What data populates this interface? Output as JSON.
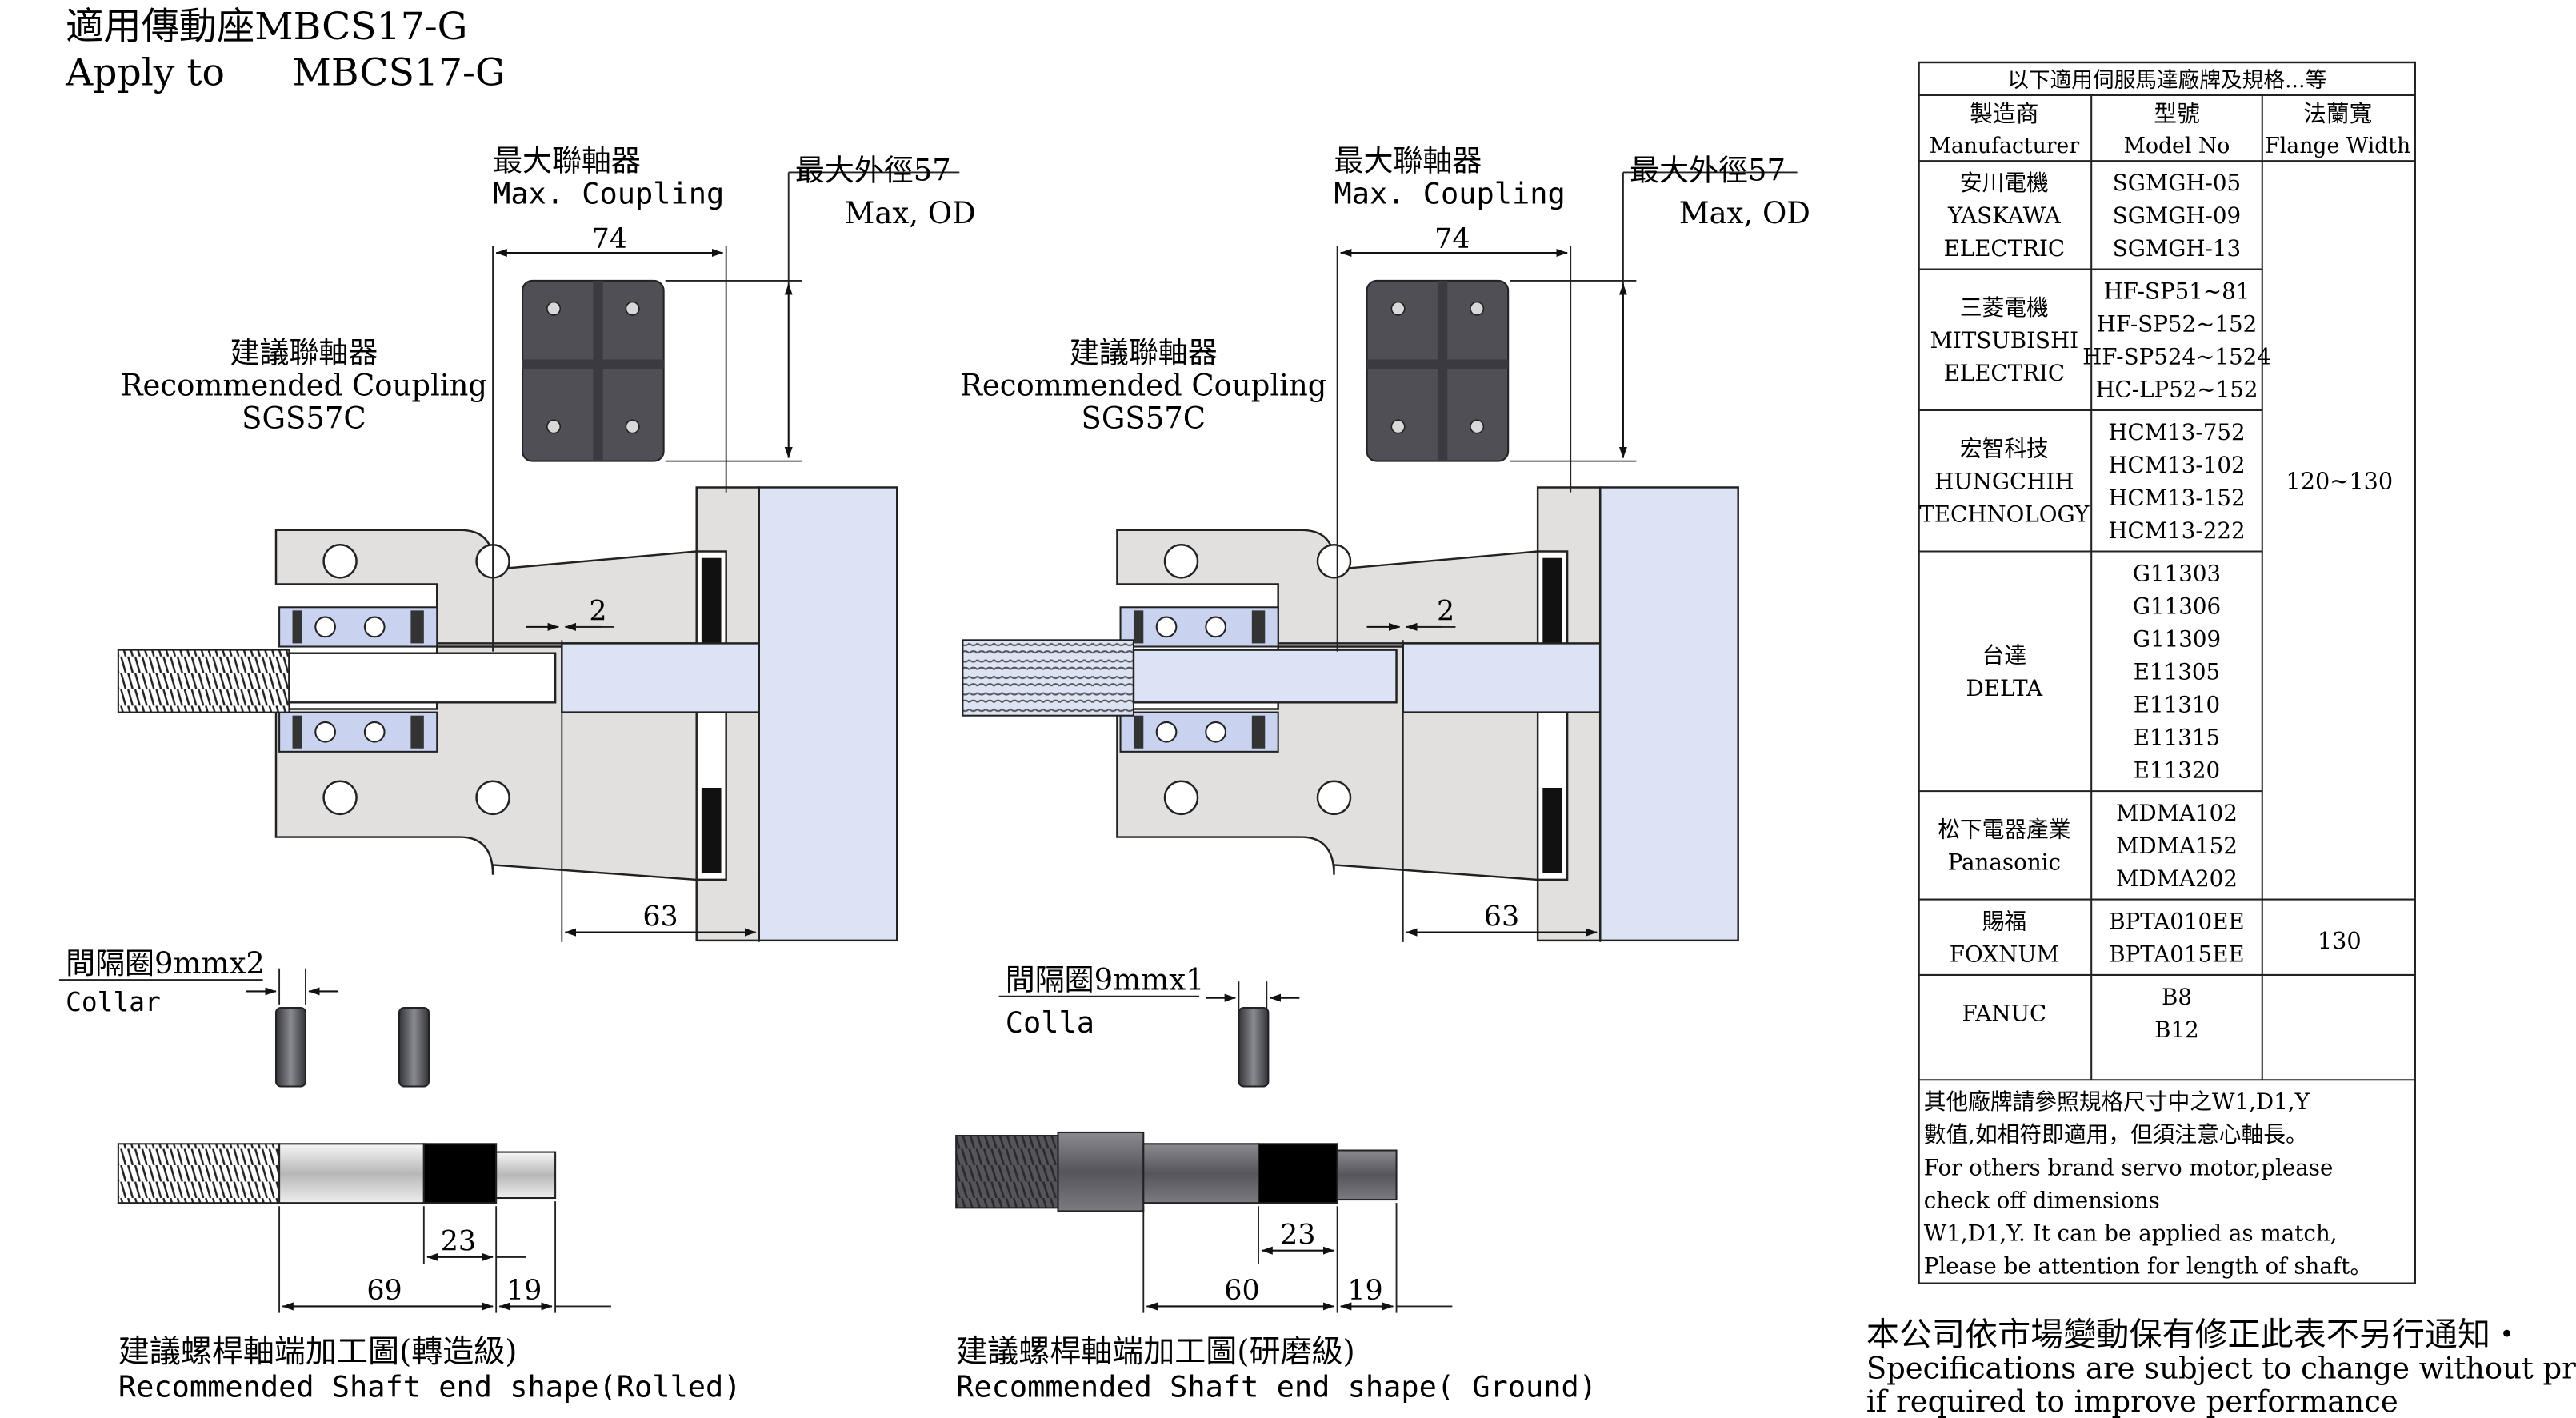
{
  "header": {
    "title_cn": "適用傳動座MBCS17-G",
    "apply_to_label": "Apply to",
    "apply_to_model": "MBCS17-G"
  },
  "assembly_rolled": {
    "max_coupling_cn": "最大聯軸器",
    "max_coupling_en": "Max. Coupling",
    "max_od_cn": "最大外徑57",
    "max_od_en": "Max, OD",
    "dim_coupling": "74",
    "rec_coupling_cn": "建議聯軸器",
    "rec_coupling_en": "Recommended Coupling",
    "rec_coupling_model": "SGS57C",
    "dim_gap": "2",
    "dim_shaft": "63"
  },
  "assembly_ground": {
    "max_coupling_cn": "最大聯軸器",
    "max_coupling_en": "Max. Coupling",
    "max_od_cn": "最大外徑57",
    "max_od_en": "Max, OD",
    "dim_coupling": "74",
    "rec_coupling_cn": "建議聯軸器",
    "rec_coupling_en": "Recommended Coupling",
    "rec_coupling_model": "SGS57C",
    "dim_gap": "2",
    "dim_shaft": "63"
  },
  "collar_rolled": {
    "label_cn": "間隔圈9mmx2",
    "label_en": "Collar"
  },
  "collar_ground": {
    "label_cn": "間隔圈9mmx1",
    "label_en": "Colla"
  },
  "shaft_rolled": {
    "dim_key": "23",
    "dim_thread": "69",
    "dim_end": "19",
    "caption_cn": "建議螺桿軸端加工圖(轉造級)",
    "caption_en": "Recommended Shaft end shape(Rolled)"
  },
  "shaft_ground": {
    "dim_key": "23",
    "dim_thread": "60",
    "dim_end": "19",
    "caption_cn": "建議螺桿軸端加工圖(研磨級)",
    "caption_en": "Recommended Shaft end shape( Ground)"
  },
  "table": {
    "caption": "以下適用伺服馬達廠牌及規格...等",
    "headers": [
      {
        "cn": "製造商",
        "en": "Manufacturer"
      },
      {
        "cn": "型號",
        "en": "Model No"
      },
      {
        "cn": "法蘭寬",
        "en": "Flange Width"
      }
    ],
    "rows": [
      {
        "maker": [
          "安川電機",
          "YASKAWA",
          "ELECTRIC"
        ],
        "models": [
          "SGMGH-05",
          "SGMGH-09",
          "SGMGH-13"
        ]
      },
      {
        "maker": [
          "三菱電機",
          "MITSUBISHI",
          "ELECTRIC"
        ],
        "models": [
          "HF-SP51~81",
          "HF-SP52~152",
          "HF-SP524~1524",
          "HC-LP52~152"
        ]
      },
      {
        "maker": [
          "宏智科技",
          "HUNGCHIH",
          "TECHNOLOGY"
        ],
        "models": [
          "HCM13-752",
          "HCM13-102",
          "HCM13-152",
          "HCM13-222"
        ]
      },
      {
        "maker": [
          "台達",
          "DELTA"
        ],
        "models": [
          "G11303",
          "G11306",
          "G11309",
          "E11305",
          "E11310",
          "E11315",
          "E11320"
        ]
      },
      {
        "maker": [
          "松下電器產業",
          "Panasonic"
        ],
        "models": [
          "MDMA102",
          "MDMA152",
          "MDMA202"
        ]
      },
      {
        "maker": [
          "賜福",
          "FOXNUM"
        ],
        "models": [
          "BPTA010EE",
          "BPTA015EE"
        ]
      },
      {
        "maker": [
          "FANUC"
        ],
        "models": [
          "B8",
          "B12"
        ]
      }
    ],
    "flange_widths": [
      "120~130",
      "130"
    ],
    "note_lines": [
      "其他廠牌請參照規格尺寸中之W1,D1,Y",
      "數值,如相符即適用，但須注意心軸長。",
      "For others brand servo motor,please",
      "check off dimensions",
      "W1,D1,Y. It can be applied as match,",
      "Please be attention for length of shaft。"
    ]
  },
  "footer_notice": {
    "cn": "本公司依市場變動保有修正此表不另行通知・",
    "en1": "Specifications are subject to change without prior notice",
    "en2": " if required to improve performance"
  },
  "colors": {
    "housing": "#e2e0de",
    "motor": "#dce3f5",
    "bearing": "#c9d3f0",
    "coupling": "#4f4f55",
    "black": "#000000"
  }
}
